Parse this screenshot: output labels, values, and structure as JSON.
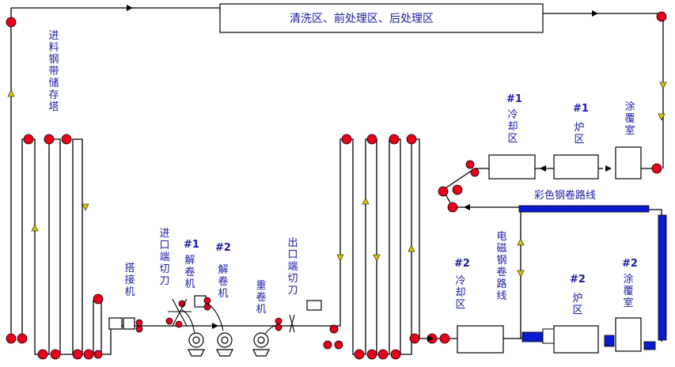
{
  "labels": {
    "top_section": "清洗区、前处理区、后处理区",
    "entry_storage": "进料钢带储存塔",
    "splicer": "搭接机",
    "entry_shear": "进口端切刀",
    "uncoiler1_num": "#1",
    "uncoiler1": "解卷机",
    "uncoiler2_num": "#2",
    "uncoiler2": "解卷机",
    "recoiler": "重卷机",
    "exit_shear": "出口端切刀",
    "cooling1_num": "#1",
    "cooling1": "冷却区",
    "oven1_num": "#1",
    "oven1": "炉区",
    "coater1": "涂覆室",
    "color_path": "彩色钢卷路线",
    "magnetic_path": "电磁钢卷路线",
    "cooling2_num": "#2",
    "cooling2": "冷却区",
    "oven2_num": "#2",
    "oven2": "炉区",
    "coater2_num": "#2",
    "coater2": "涂覆室"
  },
  "colors": {
    "line": "#000000",
    "roller": "#e8001c",
    "text": "#1a1aa6",
    "arrow": "#d8c800",
    "magnetic": "#0a1ad0"
  }
}
